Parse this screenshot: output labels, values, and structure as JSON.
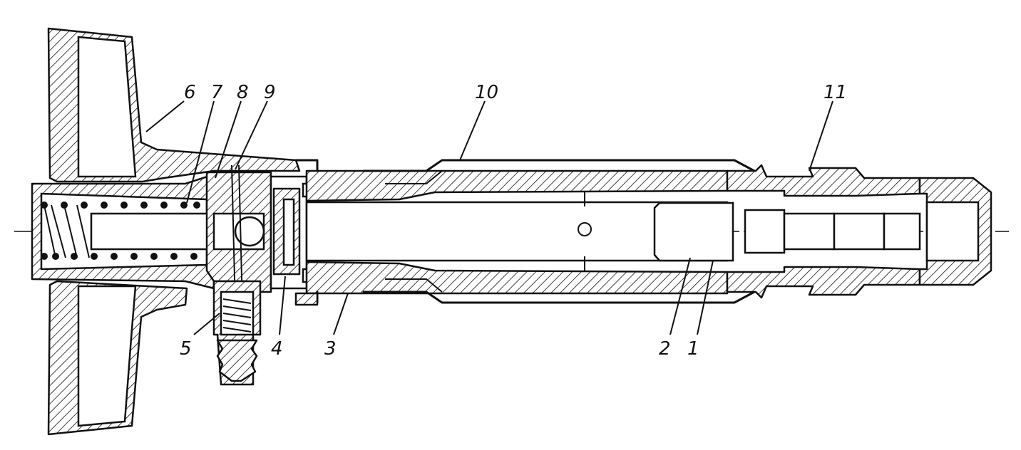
{
  "figure": {
    "callouts": [
      {
        "id": "label-1",
        "text": "1"
      },
      {
        "id": "label-2",
        "text": "2"
      },
      {
        "id": "label-3",
        "text": "3"
      },
      {
        "id": "label-4",
        "text": "4"
      },
      {
        "id": "label-5",
        "text": "5"
      },
      {
        "id": "label-6",
        "text": "6"
      },
      {
        "id": "label-7",
        "text": "7"
      },
      {
        "id": "label-8",
        "text": "8"
      },
      {
        "id": "label-9",
        "text": "9"
      },
      {
        "id": "label-10",
        "text": "10"
      },
      {
        "id": "label-11",
        "text": "11"
      }
    ],
    "colors": {
      "ink": "#111111",
      "paper": "#ffffff"
    }
  }
}
